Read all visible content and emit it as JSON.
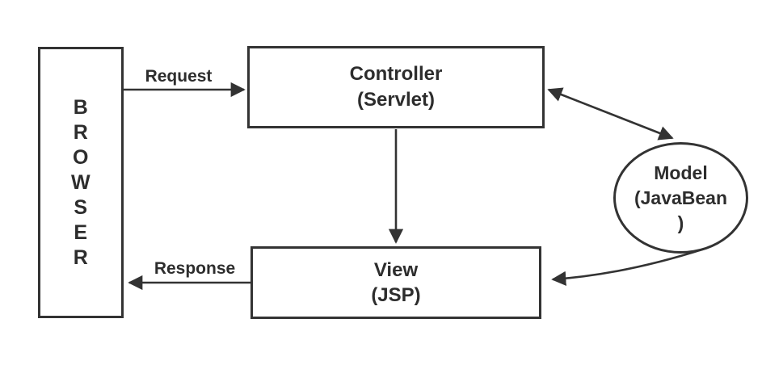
{
  "diagram": {
    "type": "flow-diagram",
    "topic": "MVC architecture (Servlet / JSP / JavaBean)",
    "colors": {
      "background": "#ffffff",
      "stroke": "#333333",
      "text": "#2d2d2d"
    },
    "nodes": {
      "browser": {
        "shape": "rect",
        "label": "BROWSER",
        "letters": [
          "B",
          "R",
          "O",
          "W",
          "S",
          "E",
          "R"
        ]
      },
      "controller": {
        "shape": "rect",
        "line1": "Controller",
        "line2": "(Servlet)"
      },
      "view": {
        "shape": "rect",
        "line1": "View",
        "line2": "(JSP)"
      },
      "model": {
        "shape": "ellipse",
        "line1": "Model",
        "line2": "(JavaBean",
        "line3": ")"
      }
    },
    "edges": [
      {
        "id": "request",
        "from": "browser",
        "to": "controller",
        "label": "Request",
        "direction": "single"
      },
      {
        "id": "controller-to-view",
        "from": "controller",
        "to": "view",
        "label": "",
        "direction": "single"
      },
      {
        "id": "response",
        "from": "view",
        "to": "browser",
        "label": "Response",
        "direction": "single"
      },
      {
        "id": "controller-model",
        "from": "controller",
        "to": "model",
        "label": "",
        "direction": "double"
      },
      {
        "id": "model-to-view",
        "from": "model",
        "to": "view",
        "label": "",
        "direction": "single"
      }
    ],
    "labels": {
      "request": "Request",
      "response": "Response"
    }
  }
}
